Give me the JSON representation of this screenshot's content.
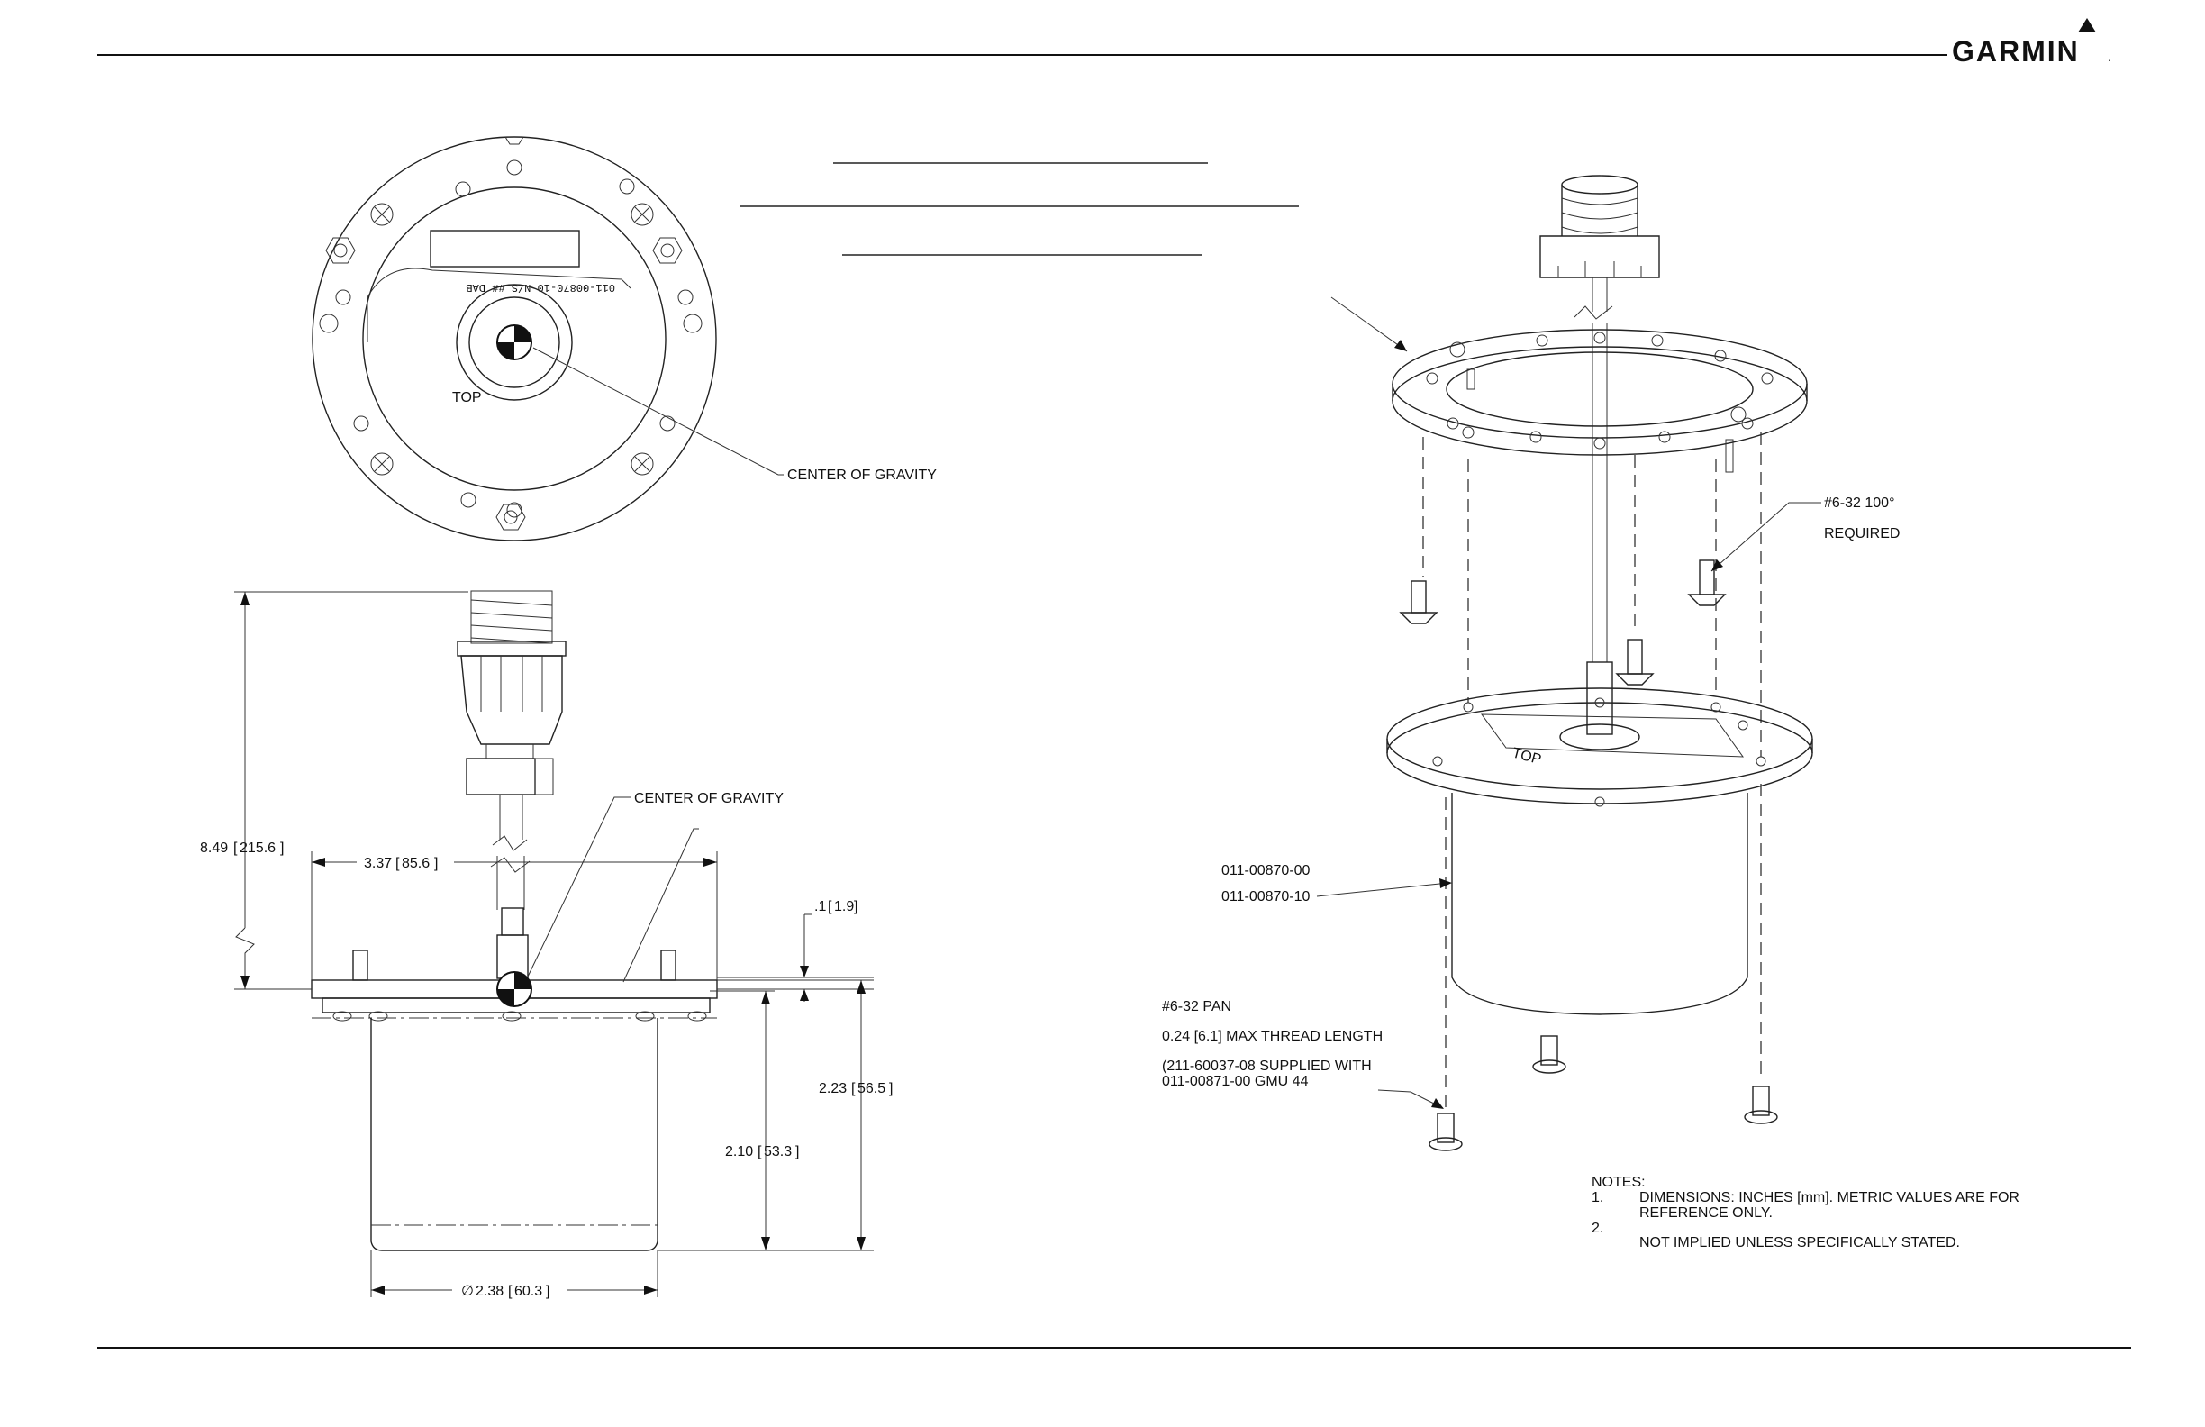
{
  "header": {
    "brand": "GARMIN",
    "brand_suffix": "."
  },
  "top_view": {
    "orientation_label": "TOP",
    "cg_callout": "CENTER OF GRAVITY",
    "part_text": "011-00870-10 N/S ## DAB"
  },
  "side_view": {
    "cg_callout": "CENTER OF GRAVITY",
    "dim_height_total": "8.49",
    "dim_height_total_mm": "215.6",
    "dim_flange_width": "3.37",
    "dim_flange_width_mm": "85.6",
    "dim_flange_thickness": ".1",
    "dim_flange_thickness_mm": "1.9",
    "dim_body_height_outer": "2.23",
    "dim_body_height_outer_mm": "56.5",
    "dim_body_height_inner": "2.10",
    "dim_body_height_inner_mm": "53.3",
    "dim_diameter_symbol": "∅",
    "dim_diameter": "2.38",
    "dim_diameter_mm": "60.3"
  },
  "exploded_view": {
    "screw_label_line1": "#6-32 100°",
    "screw_label_line2": "REQUIRED",
    "part_number_1": "011-00870-00",
    "part_number_2": "011-00870-10",
    "pan_screw_line1": "#6-32 PAN",
    "pan_screw_line2": "0.24 [6.1] MAX THREAD LENGTH",
    "pan_screw_line3": "(211-60037-08 SUPPLIED WITH",
    "pan_screw_line4": "011-00871-00 GMU 44",
    "unit_label": "TOP"
  },
  "notes": {
    "heading": "NOTES:",
    "n1_num": "1.",
    "n1_line1": "DIMENSIONS: INCHES [mm]. METRIC VALUES ARE FOR",
    "n1_line2": "REFERENCE ONLY.",
    "n2_num": "2.",
    "n2_line2": "NOT IMPLIED UNLESS SPECIFICALLY STATED."
  }
}
